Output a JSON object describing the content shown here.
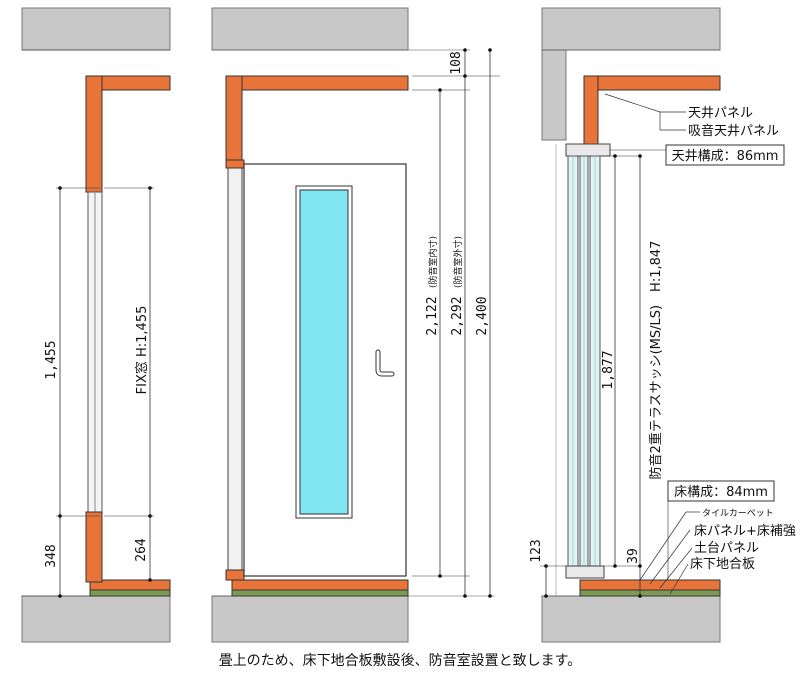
{
  "caption": "畳上のため、床下地合板敷設後、防音室設置と致します。",
  "panel1": {
    "dim_window": "1,455",
    "dim_sill_outer": "348",
    "dim_sill_inner": "264",
    "window_label": "FIX窓 H:1,455"
  },
  "panel2": {
    "dim_top": "108",
    "dim_inner": "2,122",
    "dim_inner_note": "(防音室内寸)",
    "dim_outer": "2,292",
    "dim_outer_note": "(防音室外寸)",
    "dim_total": "2,400"
  },
  "panel3": {
    "label_ceiling_panel": "天井パネル",
    "label_absorb_ceiling": "吸音天井パネル",
    "ceiling_box": "天井構成：86mm",
    "sash_label": "防音2重テラスサッシ(MS/LS)　H:1,847",
    "dim_sash": "1,877",
    "floor_box": "床構成：84mm",
    "label_tile_carpet": "タイルカーペット",
    "label_floor_panel": "床パネル+床補強",
    "label_base_panel": "土台パネル",
    "label_subfloor": "床下地合板",
    "dim_39": "39",
    "dim_123": "123"
  },
  "colors": {
    "wall_gray": "#c8c8c8",
    "panel_orange": "#e8743a",
    "glass_cyan": "#7fe6f2",
    "floor_green": "#7d9a54"
  }
}
